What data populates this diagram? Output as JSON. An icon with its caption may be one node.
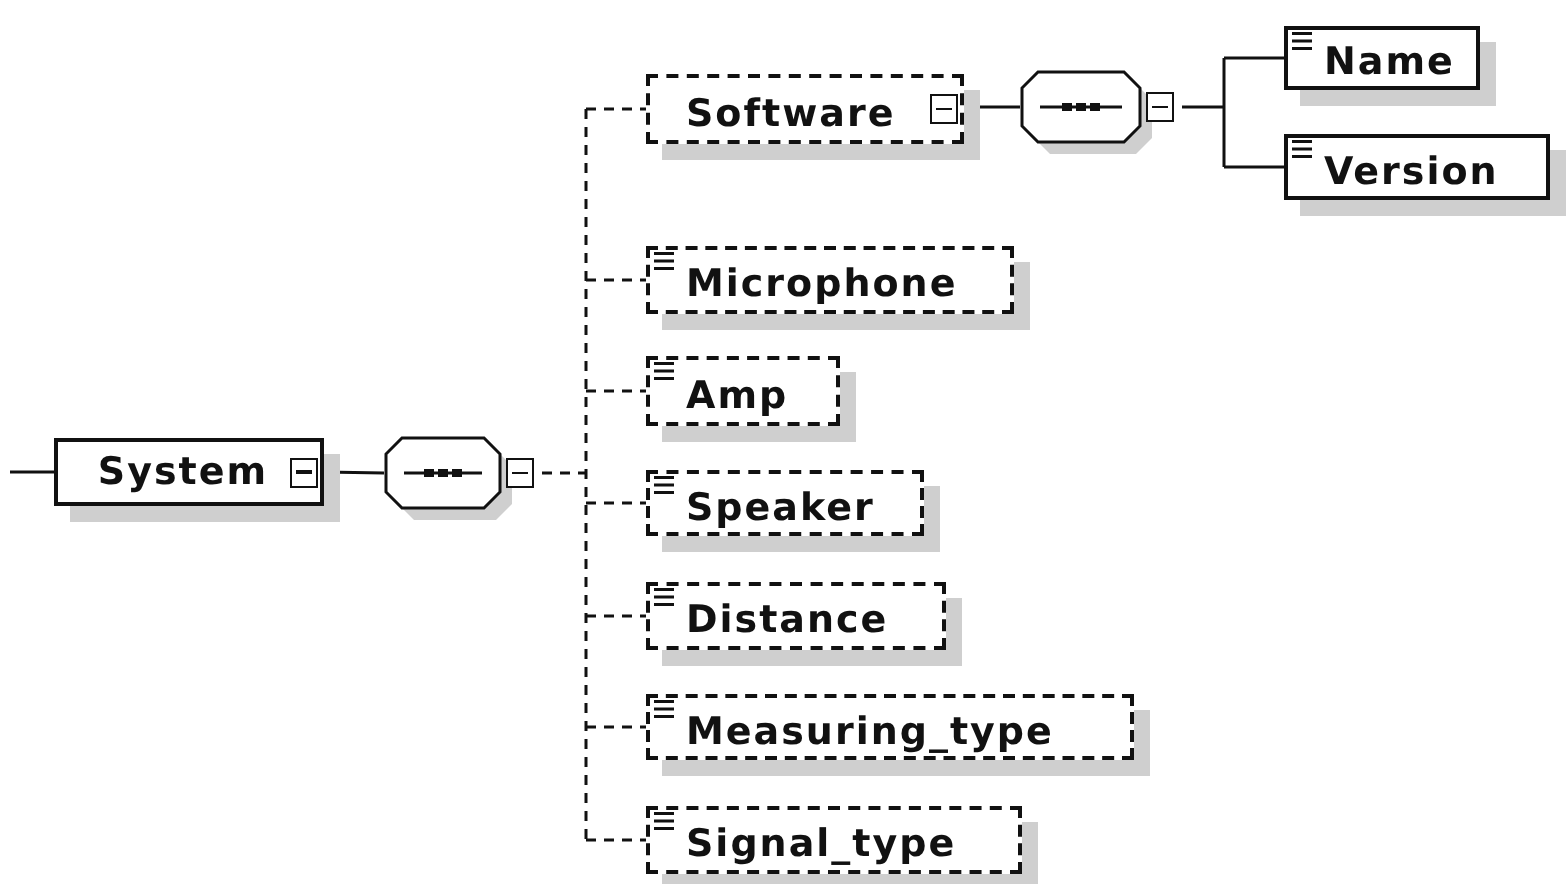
{
  "diagram": {
    "nodes": [
      {
        "text": [
          "System"
        ]
      },
      {
        "text": [],
        "shape": "octagon"
      },
      {
        "text": [
          "Software"
        ]
      },
      {
        "text": [],
        "shape": "octagon"
      },
      {
        "text": [
          "Name"
        ]
      },
      {
        "text": [
          "Version"
        ]
      },
      {
        "text": [
          "Microphone"
        ]
      },
      {
        "text": [
          "Amp"
        ]
      },
      {
        "text": [
          "Speaker"
        ]
      },
      {
        "text": [
          "Distance"
        ]
      },
      {
        "text": [
          "Measuring_type"
        ]
      },
      {
        "text": [
          "Signal_type"
        ]
      }
    ],
    "edges": [
      {
        "from": null,
        "to": 0,
        "arrow": "none"
      },
      {
        "from": 0,
        "to": 1,
        "arrow": "none"
      },
      {
        "from": 1,
        "to": 2,
        "arrow": "none",
        "style": "dashed"
      },
      {
        "from": 2,
        "to": 3,
        "arrow": "none"
      },
      {
        "from": 3,
        "to": 4,
        "arrow": "none"
      },
      {
        "from": 3,
        "to": 5,
        "arrow": "none"
      },
      {
        "from": 1,
        "to": 6,
        "arrow": "none",
        "style": "dashed"
      },
      {
        "from": 1,
        "to": 7,
        "arrow": "none",
        "style": "dashed"
      },
      {
        "from": 1,
        "to": 8,
        "arrow": "none",
        "style": "dashed"
      },
      {
        "from": 1,
        "to": 9,
        "arrow": "none",
        "style": "dashed"
      },
      {
        "from": 1,
        "to": 10,
        "arrow": "none",
        "style": "dashed"
      },
      {
        "from": 1,
        "to": 11,
        "arrow": "none",
        "style": "dashed"
      }
    ]
  }
}
